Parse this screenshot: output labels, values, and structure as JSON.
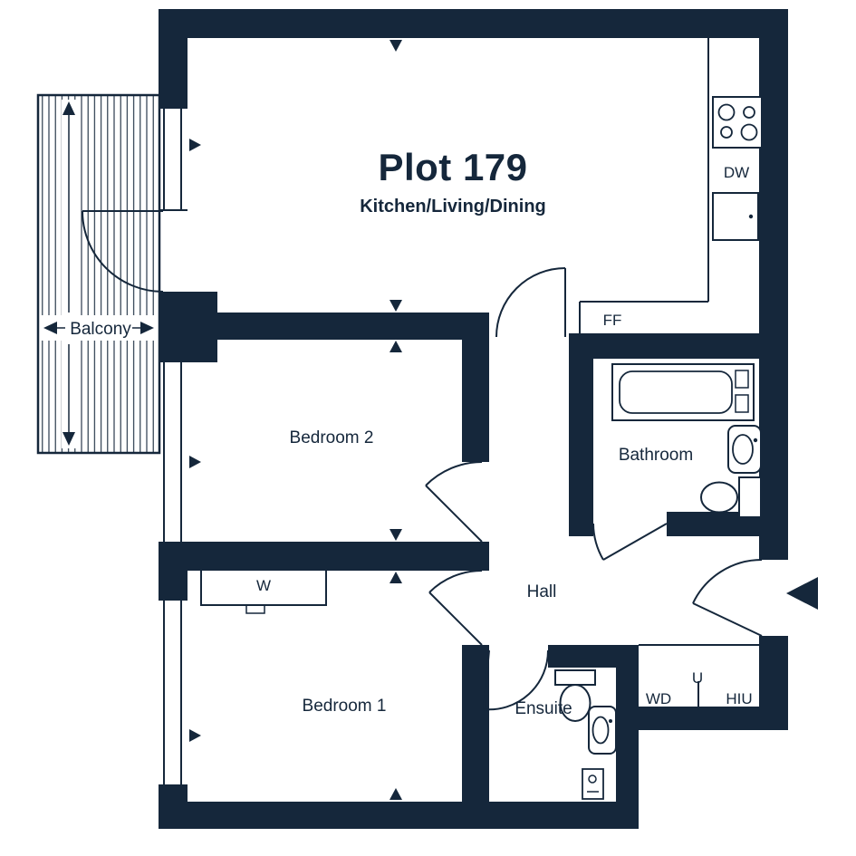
{
  "plan": {
    "title": "Plot 179",
    "subtitle": "Kitchen/Living/Dining",
    "rooms": {
      "balcony": "Balcony",
      "bedroom2": "Bedroom 2",
      "bathroom": "Bathroom",
      "hall": "Hall",
      "bedroom1": "Bedroom 1",
      "ensuite": "Ensuite"
    },
    "annotations": {
      "dw": "DW",
      "ff": "FF",
      "wardrobe": "W",
      "washer_dryer": "WD",
      "utility": "U",
      "hiu": "HIU"
    },
    "colors": {
      "wall": "#15273B",
      "background": "#FFFFFF"
    }
  }
}
